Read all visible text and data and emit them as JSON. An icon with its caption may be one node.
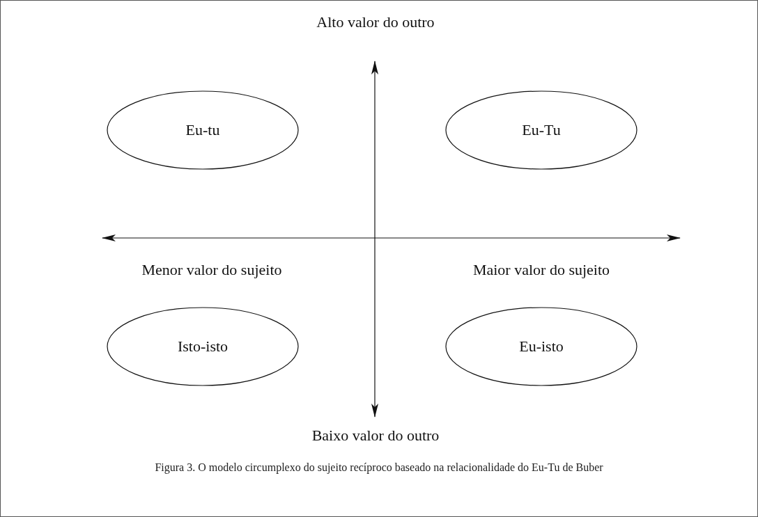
{
  "diagram": {
    "caption": "Figura 3. O modelo circumplexo do sujeito recíproco baseado na relacionalidade do Eu-Tu de Buber",
    "nodes": [
      {
        "text": [
          "Eu-tu"
        ]
      },
      {
        "text": [
          "Eu-Tu"
        ]
      },
      {
        "text": [
          "Isto-isto"
        ]
      },
      {
        "text": [
          "Eu-isto"
        ]
      }
    ],
    "labels": [
      "Alto valor do outro",
      "Menor valor do sujeito",
      "Maior valor do sujeito",
      "Baixo valor do outro"
    ]
  }
}
